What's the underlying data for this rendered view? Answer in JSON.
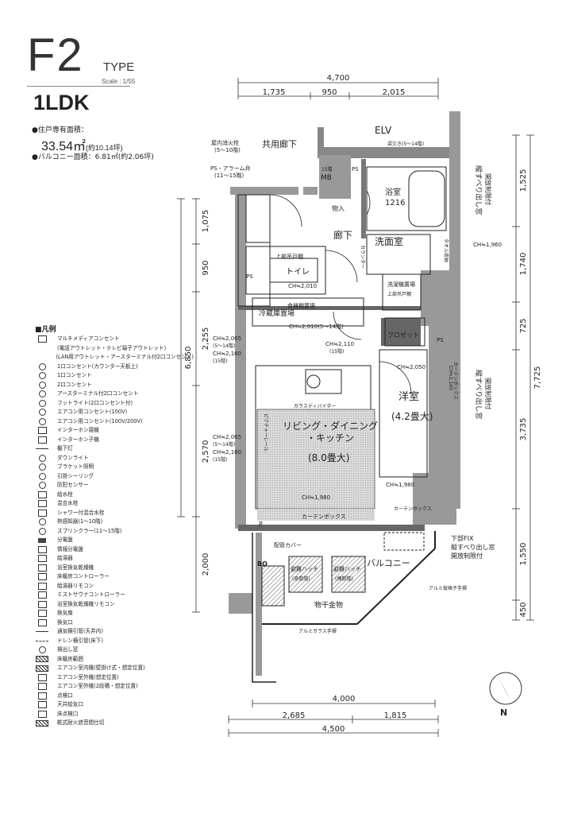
{
  "header": {
    "type_code": "F2",
    "type_word": "TYPE",
    "scale": "Scale : 1/55",
    "layout": "1LDK",
    "exclusive_area_label": "●住戸専有面積：",
    "exclusive_area_value": "33.54㎡",
    "exclusive_area_tsubo": "(約10.14坪)",
    "balcony_area": "●バルコニー面積：6.81㎡(約2.06坪)"
  },
  "legend": {
    "title": "■凡例",
    "items": [
      {
        "sym": "box",
        "label": "マルチメディアコンセント"
      },
      {
        "sym": "text",
        "label": "(電話アウトレット・テレビ端子アウトレット)"
      },
      {
        "sym": "text",
        "label": "(LAN用アウトレット・アースターミナル付2口コンセント)"
      },
      {
        "sym": "circle",
        "label": "1口コンセント(カウンター天板上)"
      },
      {
        "sym": "circle",
        "label": "1口コンセント"
      },
      {
        "sym": "circle",
        "label": "2口コンセント"
      },
      {
        "sym": "circle",
        "label": "アースターミナル付2口コンセント"
      },
      {
        "sym": "circle",
        "label": "フットライト(2口コンセント付)"
      },
      {
        "sym": "circle",
        "label": "エアコン用コンセント(100V)"
      },
      {
        "sym": "circle",
        "label": "エアコン用コンセント(100V/200V)"
      },
      {
        "sym": "box",
        "label": "インターホン親機"
      },
      {
        "sym": "box",
        "label": "インターホン子機"
      },
      {
        "sym": "line",
        "label": "棚下灯"
      },
      {
        "sym": "circle",
        "label": "ダウンライト"
      },
      {
        "sym": "circle",
        "label": "ブラケット照明"
      },
      {
        "sym": "circle",
        "label": "引掛シーリング"
      },
      {
        "sym": "circle",
        "label": "防犯センサー"
      },
      {
        "sym": "box",
        "label": "給水栓"
      },
      {
        "sym": "box",
        "label": "混合水栓"
      },
      {
        "sym": "box",
        "label": "シャワー付混合水栓"
      },
      {
        "sym": "circle",
        "label": "熱感知器(1〜10階)"
      },
      {
        "sym": "circle",
        "label": "スプリンクラー(11〜15階)"
      },
      {
        "sym": "fill",
        "label": "分電盤"
      },
      {
        "sym": "box",
        "label": "情報分電盤"
      },
      {
        "sym": "box",
        "label": "給湯器"
      },
      {
        "sym": "box",
        "label": "浴室換気乾燥機"
      },
      {
        "sym": "box",
        "label": "床暖房コントローラー"
      },
      {
        "sym": "box",
        "label": "給湯器リモコン"
      },
      {
        "sym": "box",
        "label": "ミストサウナコントローラー"
      },
      {
        "sym": "box",
        "label": "浴室換気乾燥機リモコン"
      },
      {
        "sym": "box",
        "label": "換気扇"
      },
      {
        "sym": "box",
        "label": "換気口"
      },
      {
        "sym": "line",
        "label": "通気横引管(天井内)"
      },
      {
        "sym": "dash",
        "label": "ドレン横引管(床下)"
      },
      {
        "sym": "circle",
        "label": "掃出し窓"
      },
      {
        "sym": "hatch",
        "label": "床暖房範囲"
      },
      {
        "sym": "hatch",
        "label": "エアコン室内機(壁掛け式・想定位置)"
      },
      {
        "sym": "box",
        "label": "エアコン室外機(想定位置)"
      },
      {
        "sym": "box",
        "label": "エアコン室外機(2段積・想定位置)"
      },
      {
        "sym": "box",
        "label": "点検口"
      },
      {
        "sym": "box",
        "label": "天井給気口"
      },
      {
        "sym": "box",
        "label": "床点検口"
      },
      {
        "sym": "hatch",
        "label": "乾式耐火遮音間仕切"
      }
    ]
  },
  "dimensions": {
    "top_total": "4,700",
    "top_1": "1,735",
    "top_2": "950",
    "top_3": "2,015",
    "left_1": "1,075",
    "left_2": "950",
    "left_3": "2,255",
    "left_4": "2,570",
    "left_5": "2,000",
    "left_total": "6,850",
    "right_1": "1,525",
    "right_2": "1,740",
    "right_3": "725",
    "right_4": "3,735",
    "right_5": "1,550",
    "right_6": "450",
    "right_total": "7,725",
    "bottom_1": "4,000",
    "bottom_2": "2,685",
    "bottom_3": "1,815",
    "bottom_total": "4,500"
  },
  "rooms": {
    "elv": "ELV",
    "corridor_common": "共用廊下",
    "hydrant": "屋内消火栓",
    "hydrant_floors": "(5〜10階)",
    "ps_alarm": "PS・アラーム弁",
    "ps_alarm_floors": "(11〜15階)",
    "mb": "MB",
    "mb_dim": "15階",
    "ps": "PS",
    "ps2": "PS",
    "ps3": "PS",
    "beam_note": "梁欠き(5〜14階)",
    "bath": "浴室",
    "bath_size": "1216",
    "storage_in": "物入",
    "hallway": "廊下",
    "washroom": "洗面室",
    "counter": "カウンター",
    "lower_cabinet": "上部吊戸棚",
    "toilet": "トイレ",
    "ch_2010a": "CH≒2,010",
    "ch_2010b": "CH≒2,010(5〜14階)",
    "fridge": "冷蔵庫置場",
    "dish": "食器棚置場",
    "washer": "洗濯機置場",
    "washer_note": "上部吊戸棚",
    "towel": "タオル収納",
    "ch_1960": "CH≒1,960",
    "closet": "クロゼット",
    "ch_2065a": "CH≒2,065",
    "ch_2065a_f": "(5〜14階)",
    "ch_2160a": "CH≒2,160",
    "ch_2160a_f": "(15階)",
    "ch_2110": "CH≒2,110",
    "ch_2110_f": "(15階)",
    "ch_2050": "CH≒2,050",
    "ch_2160b": "CH≒2,160",
    "glass_divider": "ガラスディバイダー",
    "ldk": "リビング・ダイニング",
    "ldk2": "・キッチン",
    "ldk_size": "(8.0畳大)",
    "ch_2065b": "CH≒2,065",
    "ch_2065b_f": "(5〜14階)",
    "ch_2160c": "CH≒2,160",
    "ch_2160c_f": "(15階)",
    "picture_rail": "ピクチャーレール",
    "western": "洋室",
    "western_size": "(4.2畳大)",
    "curtain_box_v": "カーテンボックス",
    "ch_1980a": "CH≒1,980",
    "ch_1980b": "CH≒1,980",
    "curtain_box_h": "カーテンボックス",
    "curtain_box_s": "カーテンボックス",
    "window_a": "縦すべり出し窓",
    "window_a2": "開放制限付",
    "window_b": "縦すべり出し窓",
    "window_b2": "開放制限付",
    "window_c": "下部FIX",
    "window_c2": "縦すべり出し窓",
    "window_c3": "開放制限付",
    "pipe_cover": "配管カバー",
    "bo": "BO",
    "hatch_a": "避難ハッチ",
    "hatch_a2": "(奇数階)",
    "hatch_b": "避難ハッチ",
    "hatch_b2": "(偶数階)",
    "balcony": "バルコニー",
    "clothes": "物干金物",
    "rail_a": "アルミ縦格子手摺",
    "rail_b": "アルミガラス手摺",
    "p": "P",
    "north": "N"
  }
}
